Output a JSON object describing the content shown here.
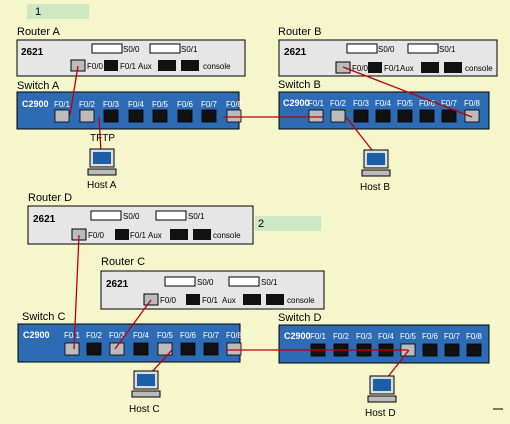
{
  "markers": [
    "1",
    "2"
  ],
  "routers": [
    {
      "id": "A",
      "name": "Router A",
      "model": "2621",
      "s0": "S0/0",
      "s1": "S0/1",
      "f00": "F0/0",
      "f01": "F0/1",
      "aux": "Aux",
      "console": "console"
    },
    {
      "id": "B",
      "name": "Router B",
      "model": "2621",
      "s0": "S0/0",
      "s1": "S0/1",
      "f00": "F0/0",
      "f01": "F0/1",
      "aux": "Aux",
      "console": "console"
    },
    {
      "id": "D",
      "name": "Router D",
      "model": "2621",
      "s0": "S0/0",
      "s1": "S0/1",
      "f00": "F0/0",
      "f01": "F0/1",
      "aux": "Aux",
      "console": "console"
    },
    {
      "id": "C",
      "name": "Router C",
      "model": "2621",
      "s0": "S0/0",
      "s1": "S0/1",
      "f00": "F0/0",
      "f01": "F0/1",
      "aux": "Aux",
      "console": "console"
    }
  ],
  "switches": [
    {
      "id": "A",
      "name": "Switch A",
      "model": "C2900",
      "ports": [
        "F0/1",
        "F0/2",
        "F0/3",
        "F0/4",
        "F0/5",
        "F0/6",
        "F0/7",
        "F0/8"
      ]
    },
    {
      "id": "B",
      "name": "Switch B",
      "model": "C2900",
      "ports": [
        "F0/1",
        "F0/2",
        "F0/3",
        "F0/4",
        "F0/5",
        "F0/6",
        "F0/7",
        "F0/8"
      ]
    },
    {
      "id": "C",
      "name": "Switch C",
      "model": "C2900",
      "ports": [
        "F0/1",
        "F0/2",
        "F0/3",
        "F0/4",
        "F0/5",
        "F0/6",
        "F0/7",
        "F0/8"
      ]
    },
    {
      "id": "D",
      "name": "Switch D",
      "model": "C2900",
      "ports": [
        "F0/1",
        "F0/2",
        "F0/3",
        "F0/4",
        "F0/5",
        "F0/6",
        "F0/7",
        "F0/8"
      ]
    }
  ],
  "hosts": [
    {
      "id": "A",
      "name": "Host A"
    },
    {
      "id": "B",
      "name": "Host B"
    },
    {
      "id": "C",
      "name": "Host C"
    },
    {
      "id": "D",
      "name": "Host D"
    }
  ],
  "annotations": {
    "tftp": "TFTP"
  },
  "colors": {
    "background": "#f6f6cc",
    "cable": "#c00000",
    "device_body": "#e6e6e6",
    "switch_body": "#2d6cb5",
    "marker_fill": "#cfe8c4",
    "port_dark": "#111111"
  }
}
